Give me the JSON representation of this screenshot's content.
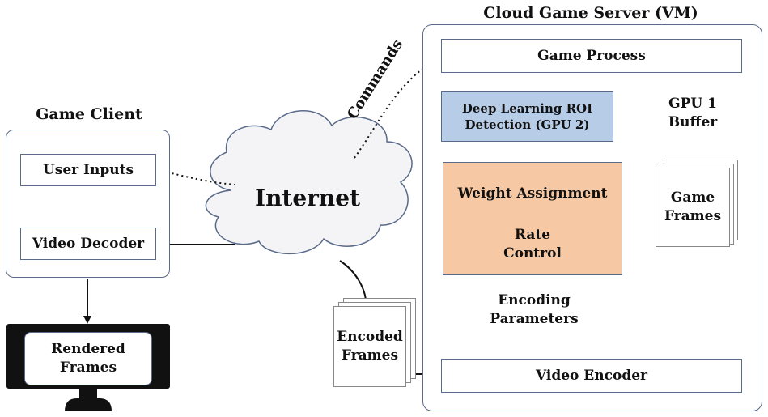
{
  "game_client": {
    "title": "Game Client",
    "user_inputs": "User Inputs",
    "video_decoder": "Video Decoder",
    "rendered_frames": "Rendered\nFrames"
  },
  "internet": {
    "label": "Internet",
    "commands": "Commands"
  },
  "encoded_frames": "Encoded\nFrames",
  "server": {
    "title": "Cloud Game Server (VM)",
    "game_process": "Game Process",
    "roi_detection": "Deep Learning ROI\nDetection (GPU 2)",
    "weight_assignment": "Weight Assignment",
    "rate_control": "Rate\nControl",
    "encoding_parameters": "Encoding\nParameters",
    "gpu_buffer": "GPU 1\nBuffer",
    "game_frames": "Game\nFrames",
    "video_encoder": "Video Encoder"
  },
  "colors": {
    "roi_fill": "#b7cce6",
    "rate_fill": "#f6c9a4",
    "border": "#5a6a8a"
  }
}
